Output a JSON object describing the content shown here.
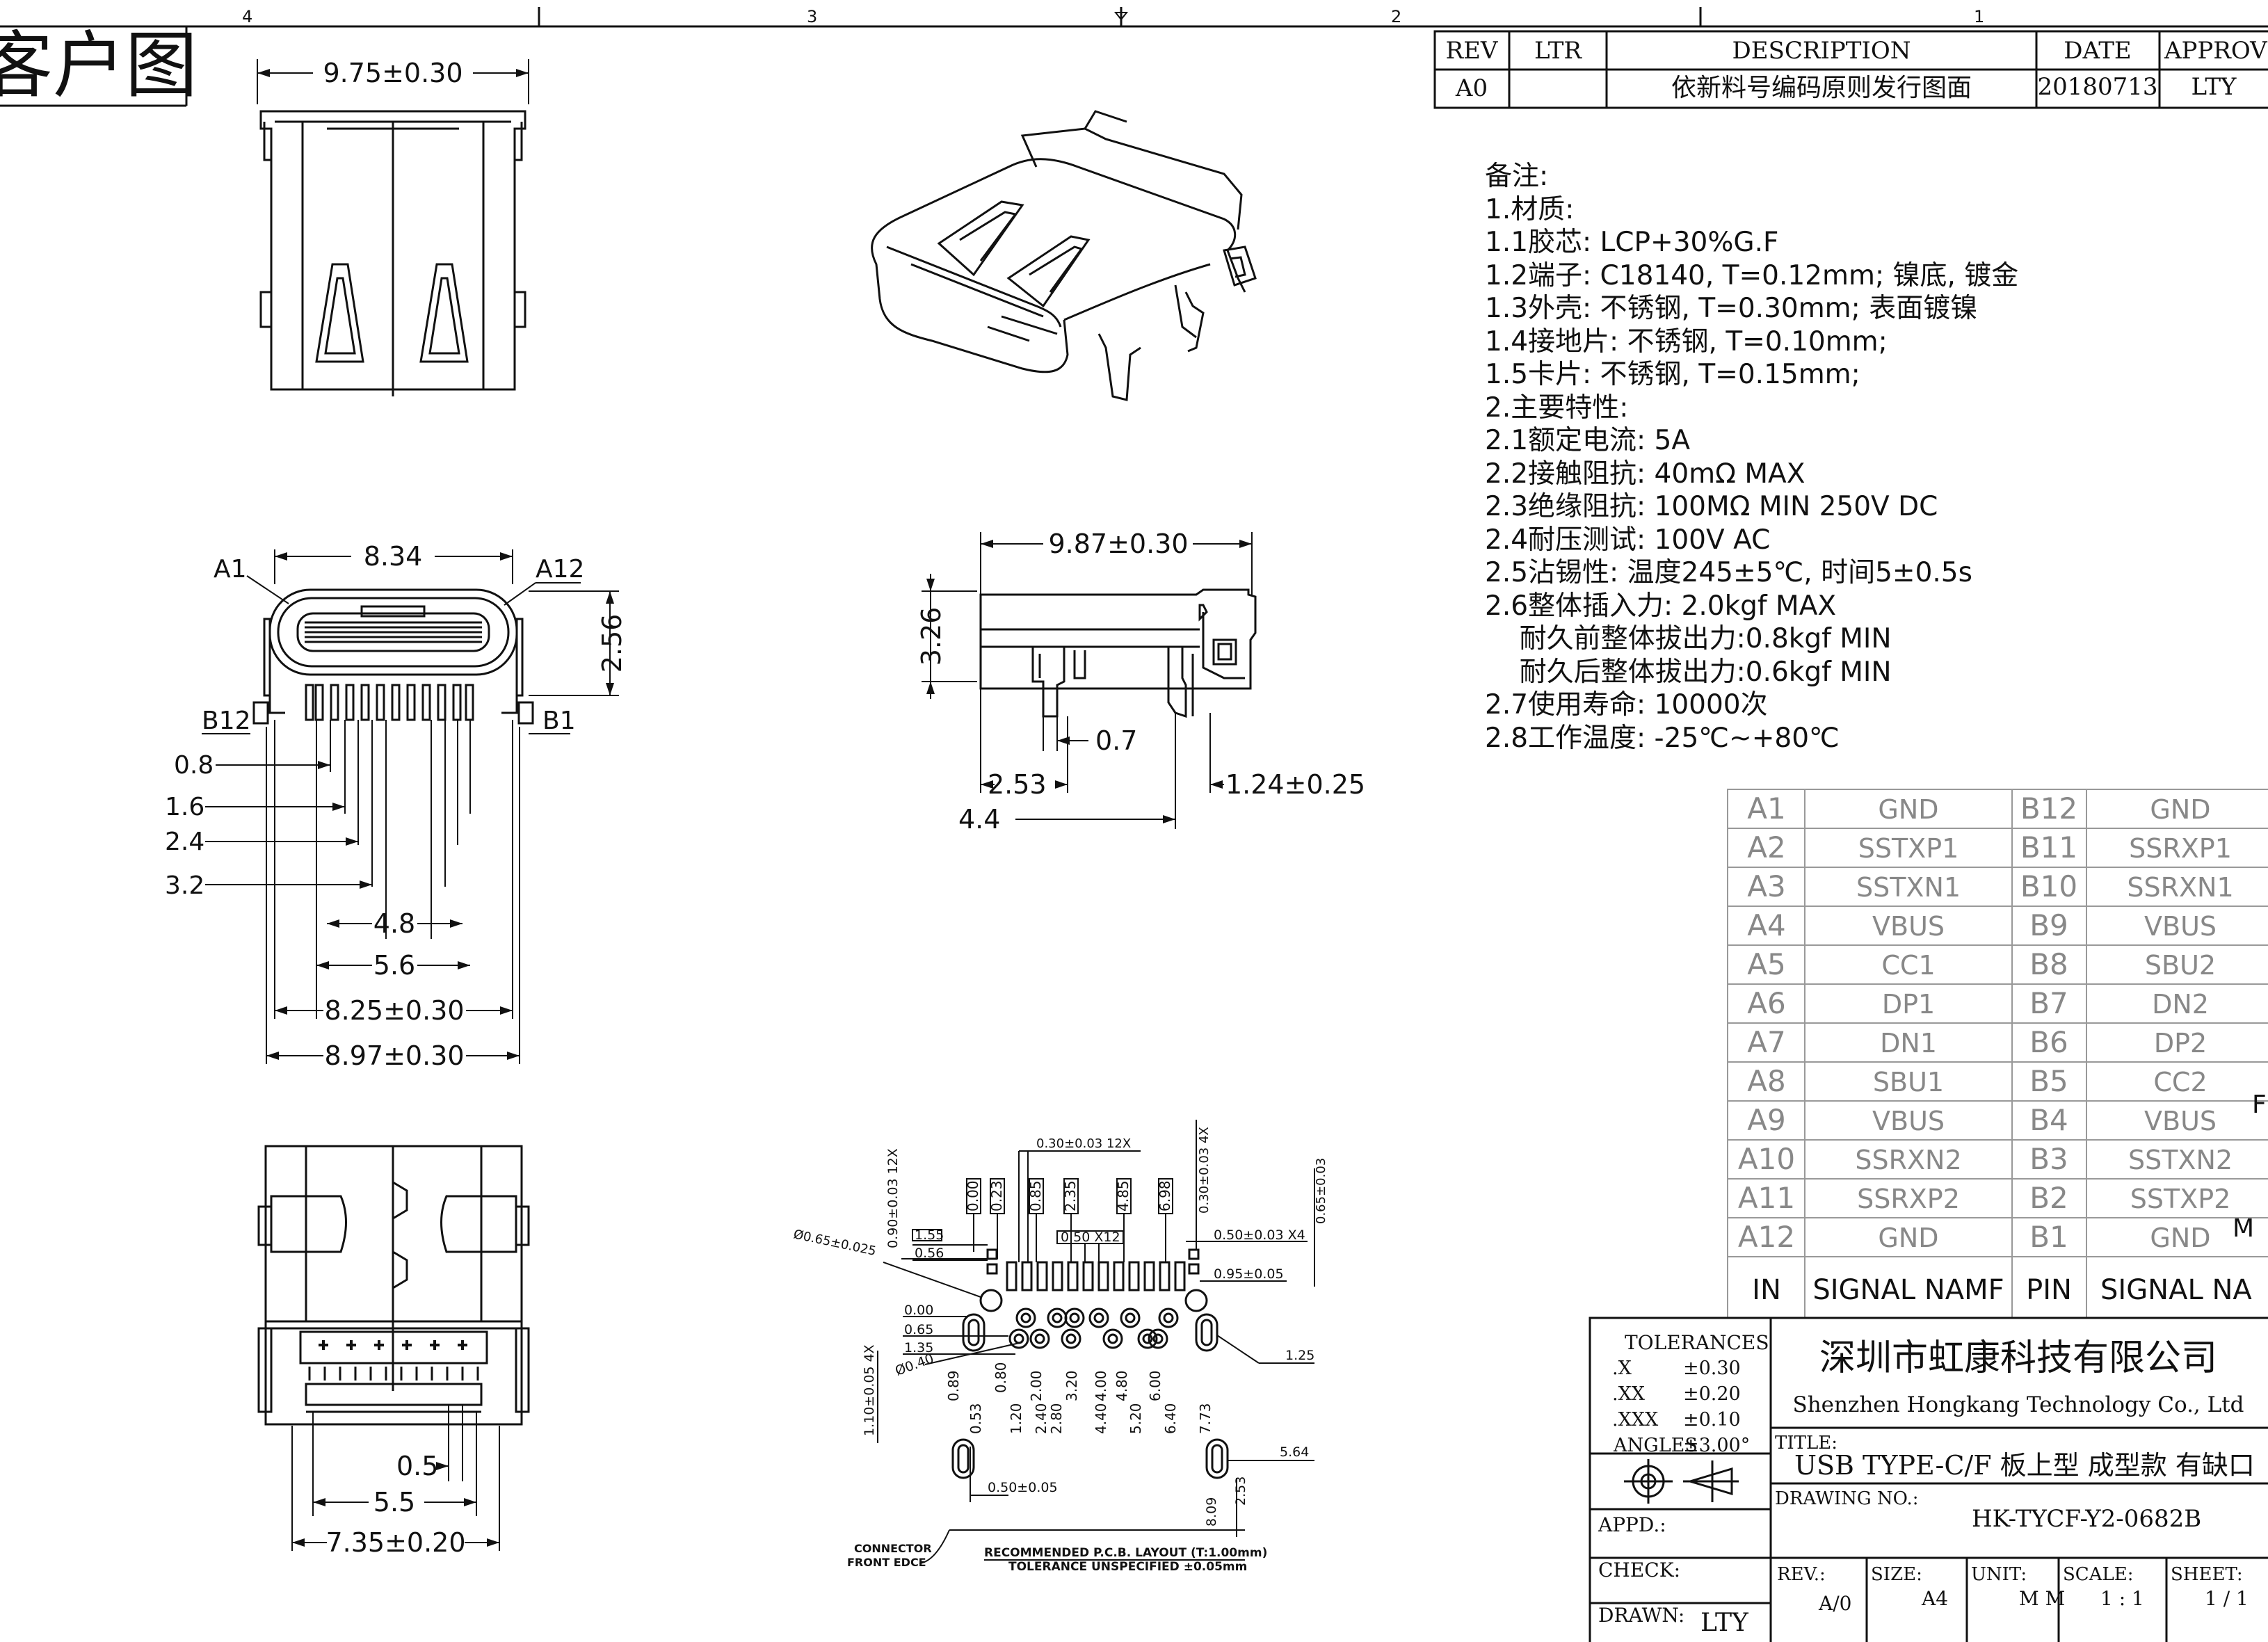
{
  "sheet_title": "客户图",
  "zone_numbers": [
    "4",
    "3",
    "2",
    "1"
  ],
  "revision_table": {
    "headers": [
      "REV",
      "LTR",
      "DESCRIPTION",
      "DATE",
      "APPROVED"
    ],
    "row": [
      "A0",
      "",
      "依新料号编码原则发行图面",
      "20180713",
      "LTY"
    ]
  },
  "notes": [
    "备注:",
    "1.材质:",
    "1.1胶芯: LCP+30%G.F",
    "1.2端子: C18140, T=0.12mm; 镍底, 镀金",
    "1.3外壳: 不锈钢, T=0.30mm; 表面镀镍",
    "1.4接地片: 不锈钢, T=0.10mm;",
    "1.5卡片: 不锈钢, T=0.15mm;",
    "2.主要特性:",
    "2.1额定电流: 5A",
    "2.2接触阻抗: 40mΩ MAX",
    "2.3绝缘阻抗: 100MΩ MIN 250V DC",
    "2.4耐压测试: 100V AC",
    "2.5沾锡性: 温度245±5℃, 时间5±0.5s",
    "2.6整体插入力: 2.0kgf MAX",
    "    耐久前整体拔出力:0.8kgf MIN",
    "    耐久后整体拔出力:0.6kgf MIN",
    "2.7使用寿命: 10000次",
    "2.8工作温度: -25℃~+80℃"
  ],
  "pin_table": {
    "rows": [
      [
        "A1",
        "GND",
        "B12",
        "GND"
      ],
      [
        "A2",
        "SSTXP1",
        "B11",
        "SSRXP1"
      ],
      [
        "A3",
        "SSTXN1",
        "B10",
        "SSRXN1"
      ],
      [
        "A4",
        "VBUS",
        "B9",
        "VBUS"
      ],
      [
        "A5",
        "CC1",
        "B8",
        "SBU2"
      ],
      [
        "A6",
        "DP1",
        "B7",
        "DN2"
      ],
      [
        "A7",
        "DN1",
        "B6",
        "DP2"
      ],
      [
        "A8",
        "SBU1",
        "B5",
        "CC2"
      ],
      [
        "A9",
        "VBUS",
        "B4",
        "VBUS"
      ],
      [
        "A10",
        "SSRXN2",
        "B3",
        "SSTXN2"
      ],
      [
        "A11",
        "SSRXP2",
        "B2",
        "SSTXP2"
      ],
      [
        "A12",
        "GND",
        "B1",
        "GND"
      ]
    ],
    "footer": [
      "IN",
      "SIGNAL NAMF",
      "PIN",
      "SIGNAL NA"
    ],
    "edge_marks": [
      "F",
      "M"
    ]
  },
  "title_block": {
    "tolerances_title": "TOLERANCES",
    "tolerances": [
      [
        ".X",
        "±0.30"
      ],
      [
        ".XX",
        "±0.20"
      ],
      [
        ".XXX",
        "±0.10"
      ],
      [
        "ANGLES",
        "±3.00°"
      ]
    ],
    "company_cn": "深圳市虹康科技有限公司",
    "company_en": "Shenzhen Hongkang Technology Co., Ltd",
    "title_label": "TITLE:",
    "title": "USB TYPE-C/F 板上型 成型款 有缺口",
    "drawing_no_label": "DRAWING NO.:",
    "drawing_no": "HK-TYCF-Y2-0682B",
    "appd_label": "APPD.:",
    "check_label": "CHECK:",
    "drawn_label": "DRAWN:",
    "drawn_by": "LTY",
    "rev_label": "REV.:",
    "rev": "A/0",
    "size_label": "SIZE:",
    "size": "A4",
    "unit_label": "UNIT:",
    "unit": "M M",
    "scale_label": "SCALE:",
    "scale": "1 : 1",
    "sheet_label": "SHEET:",
    "sheet": "1 / 1"
  },
  "top_view": {
    "width": "9.75±0.30"
  },
  "front_view": {
    "width": "8.34",
    "height": "2.56",
    "labels": [
      "A1",
      "A12",
      "B12",
      "B1"
    ],
    "pitches": [
      "0.8",
      "1.6",
      "2.4",
      "3.2"
    ],
    "spans": [
      "4.8",
      "5.6",
      "8.25±0.30",
      "8.97±0.30"
    ]
  },
  "side_view": {
    "length": "9.87±0.30",
    "height": "3.26",
    "leg": "0.7",
    "d1": "2.53",
    "d2": "1.24±0.25",
    "d3": "4.4"
  },
  "bottom_view": {
    "d1": "0.5",
    "d2": "5.5",
    "d3": "7.35±0.20"
  },
  "pcb_layout": {
    "top_dims": [
      "0.30±0.03 12X",
      "0.30±0.03 4X",
      "0.65±0.03"
    ],
    "col_dims": [
      "0.00",
      "0.23",
      "0.85",
      "2.35",
      "4.85",
      "6.98"
    ],
    "left_dims": [
      "0.90±0.03 12X",
      "Ø0.65±0.025",
      "1.55",
      "0.56"
    ],
    "pitch": "0.50 X12",
    "right_dims": [
      "0.50±0.03 X4",
      "0.95±0.05",
      "1.25"
    ],
    "y_dims": [
      "0.00",
      "0.65",
      "1.35",
      "Ø0.40"
    ],
    "bottom_cols": [
      "0.89",
      "0.53",
      "0.80",
      "1.20",
      "2.00",
      "2.40",
      "2.80",
      "3.20",
      "4.00",
      "4.40",
      "4.80",
      "5.20",
      "6.00",
      "6.40",
      "7.73"
    ],
    "slot": "1.10±0.05 4X",
    "slot_w": "0.50±0.05",
    "d_564": "5.64",
    "d_253": "2.53",
    "d_809": "8.09",
    "edge": [
      "CONNECTOR",
      "FRONT EDCE"
    ],
    "caption": "RECOMMENDED  P.C.B. LAYOUT (T:1.00mm)",
    "tolerance": "TOLERANCE UNSPECIFIED ±0.05mm"
  }
}
